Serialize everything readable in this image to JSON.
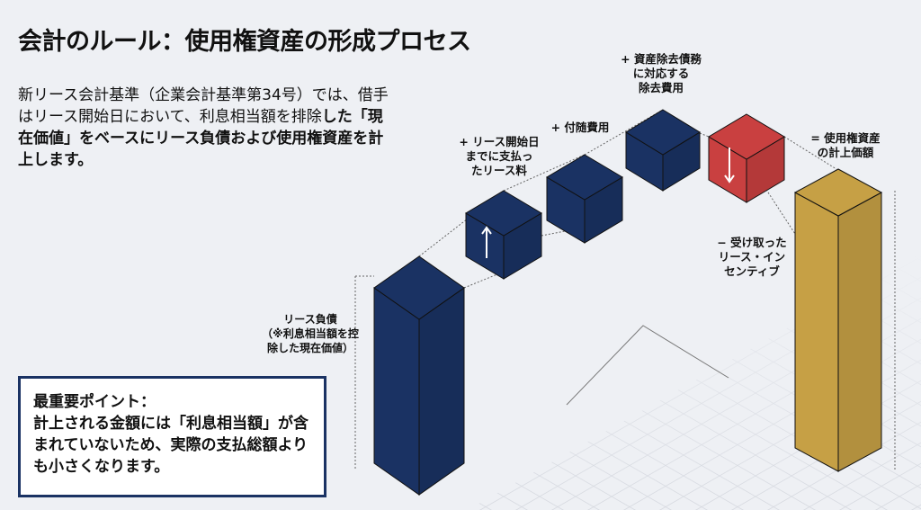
{
  "title": "会計のルール：使用権資産の形成プロセス",
  "intro": {
    "normal": "新リース会計基準（企業会計基準第34号）では、借手はリース開始日において、利息相当額を排除",
    "bold": "した「現在価値」をベースにリース負債および使用権資産を計上します。"
  },
  "components": [
    {
      "label": "リース負債\n（※利息相当額を控除した現在価値）",
      "color": "#1a3263",
      "arrow": ""
    },
    {
      "label": "+ リース開始日\nまでに支払っ\nたリース料",
      "color": "#1a3263",
      "arrow": "up"
    },
    {
      "label": "+ 付随費用",
      "color": "#1a3263",
      "arrow": ""
    },
    {
      "label": "+ 資産除去債務\nに対応する\n除去費用",
      "color": "#1a3263",
      "arrow": ""
    },
    {
      "label": "− 受け取った\nリース・イン\nセンティブ",
      "color": "#c94040",
      "arrow": "down"
    },
    {
      "label": "= 使用権資産\nの計上価額",
      "color": "#c6a045",
      "arrow": ""
    }
  ],
  "callout": {
    "heading": "最重要ポイント：",
    "body": "計上される金額には「利息相当額」が含まれていないため、実際の支払総額よりも小さくなります。"
  }
}
